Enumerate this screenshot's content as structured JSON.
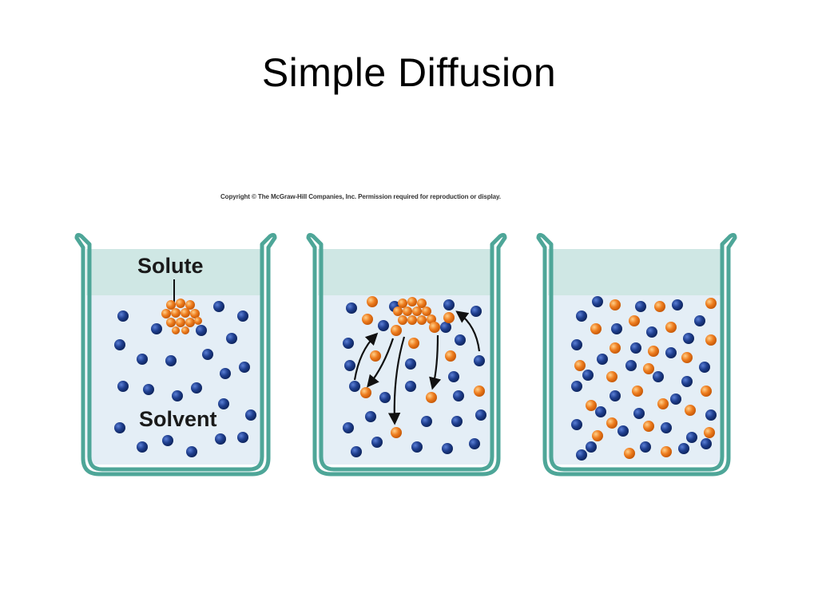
{
  "slide": {
    "title": "Simple Diffusion"
  },
  "figure": {
    "copyright": "Copyright © The McGraw-Hill Companies, Inc. Permission required for reproduction or display.",
    "labels": {
      "solute": "Solute",
      "solvent": "Solvent"
    },
    "colors": {
      "solvent_molecule": "#1f3f8f",
      "solute_molecule": "#ee7d1f",
      "beaker_outline": "#4ea698",
      "liquid": "#e4eef6",
      "headspace": "#cfe7e4"
    }
  }
}
